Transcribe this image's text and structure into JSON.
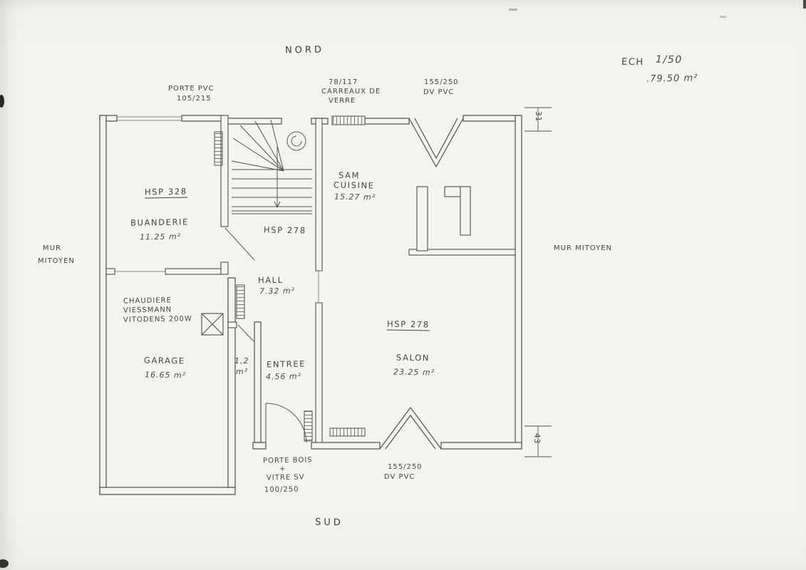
{
  "compass": {
    "north": "NORD",
    "south": "SUD"
  },
  "title": {
    "ech": "ECH",
    "scale": "1/50",
    "total_area": ".79.50 m²"
  },
  "party_wall_left": {
    "l1": "MUR",
    "l2": "MITOYEN"
  },
  "party_wall_right": "MUR  MITOYEN",
  "openings": {
    "porte_pvc": {
      "l1": "PORTE PVC",
      "l2": "105/215"
    },
    "glass_blocks": {
      "l1": "78/117",
      "l2": "CARREAUX DE",
      "l3": "VERRE"
    },
    "window_top": {
      "l1": "155/250",
      "l2": "DV PVC"
    },
    "window_bottom": {
      "l1": "155/250",
      "l2": "DV  PVC"
    },
    "porte_bois": {
      "l1": "PORTE BOIS",
      "l2": "+",
      "l3": "VITRE SV",
      "l4": "100/250"
    }
  },
  "rooms": {
    "buanderie": {
      "hsp": "HSP 328",
      "name": "BUANDERIE",
      "area": "11.25 m²"
    },
    "stairs": {
      "hsp": "HSP 278"
    },
    "sam_cuisine": {
      "l1": "SAM",
      "l2": "CUISINE",
      "area": "15.27 m²"
    },
    "hall": {
      "name": "HALL",
      "area": "7.32 m²"
    },
    "garage": {
      "name": "GARAGE",
      "area": "16.65 m²"
    },
    "wc": {
      "l1": "1,2",
      "l2": "m²"
    },
    "entree": {
      "name": "ENTREE",
      "area": "4.56 m²"
    },
    "salon": {
      "hsp": "HSP 278",
      "name": "SALON",
      "area": "23.25 m²"
    }
  },
  "equipment": {
    "boiler": {
      "l1": "CHAUDIERE",
      "l2": "VIESSMANN",
      "l3": "VITODENS 200W"
    }
  },
  "dimensions": {
    "right_top": "31",
    "right_bottom": "43"
  }
}
